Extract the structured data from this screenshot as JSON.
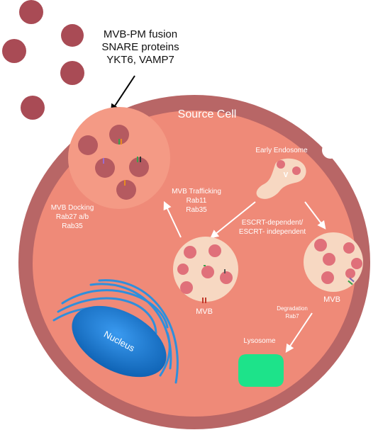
{
  "labels": {
    "fusion": [
      "MVB-PM fusion",
      "SNARE proteins",
      "YKT6, VAMP7"
    ],
    "source_cell": "Source Cell",
    "early_endosome": "Early Endosome",
    "endosome_marker": "V",
    "mvb_docking": [
      "MVB Docking",
      "Rab27 a/b",
      "Rab35"
    ],
    "mvb_trafficking": [
      "MVB Trafficking",
      "Rab11",
      "Rab35"
    ],
    "escrt": [
      "ESCRT-dependent/",
      "ESCRT- independent"
    ],
    "mvb_left": "MVB",
    "mvb_right": "MVB",
    "degradation": [
      "Degradation",
      "Rab7"
    ],
    "lysosome": "Lysosome",
    "nucleus": "Nucleus"
  },
  "colors": {
    "cell_outer": "#b86666",
    "cell_inner": "#ef8a78",
    "exosome": "#a94b55",
    "vesicle_bg": "#f7d8c2",
    "docked_mvb": "#f49a85",
    "ilv": "#e0707a",
    "nucleus": "#1170c9",
    "er": "#2f8fdc",
    "lysosome": "#1de38a",
    "arrow_white": "#ffffff",
    "arrow_black": "#000000"
  }
}
